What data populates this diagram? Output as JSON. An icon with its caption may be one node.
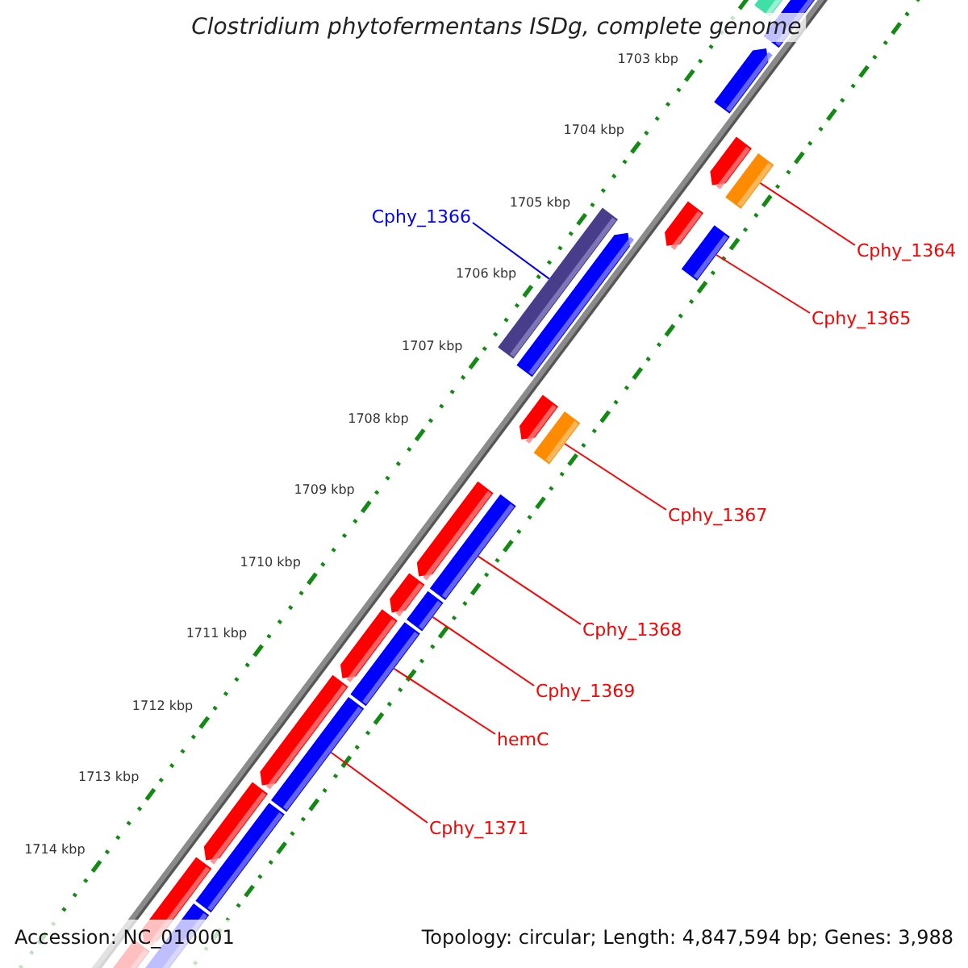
{
  "diagram": {
    "title": "Clostridium phytofermentans ISDg, complete genome",
    "nodes": [
      {
        "text": [
          "Cphy_1364"
        ]
      },
      {
        "text": [
          "Cphy_1365"
        ]
      },
      {
        "text": [
          "Cphy_1366"
        ]
      },
      {
        "text": [
          "Cphy_1367"
        ]
      },
      {
        "text": [
          "Cphy_1368"
        ]
      },
      {
        "text": [
          "Cphy_1369"
        ]
      },
      {
        "text": [
          "hemC"
        ]
      },
      {
        "text": [
          "Cphy_1371"
        ]
      },
      {
        "text": [],
        "shape": "bar"
      },
      {
        "text": [],
        "shape": "bar"
      },
      {
        "text": [],
        "shape": "bar"
      },
      {
        "text": [],
        "shape": "bar"
      },
      {
        "text": [],
        "shape": "bar"
      },
      {
        "text": [],
        "shape": "bar"
      },
      {
        "text": [],
        "shape": "bar"
      },
      {
        "text": [],
        "shape": "bar"
      }
    ],
    "edges": [
      {
        "from": 0,
        "to": 8,
        "arrow": "none"
      },
      {
        "from": 1,
        "to": 9,
        "arrow": "none"
      },
      {
        "from": 2,
        "to": 10,
        "arrow": "none",
        "color": "#0000ff"
      },
      {
        "from": 3,
        "to": 11,
        "arrow": "none"
      },
      {
        "from": 4,
        "to": 12,
        "arrow": "none"
      },
      {
        "from": 5,
        "to": 13,
        "arrow": "none"
      },
      {
        "from": 6,
        "to": 14,
        "arrow": "none"
      },
      {
        "from": 7,
        "to": 15,
        "arrow": "none"
      }
    ],
    "labels": [
      "1703 kbp",
      "1704 kbp",
      "1705 kbp",
      "1706 kbp",
      "1707 kbp",
      "1708 kbp",
      "1709 kbp",
      "1710 kbp",
      "1711 kbp",
      "1712 kbp",
      "1713 kbp",
      "1714 kbp",
      "Accession: NC_010001",
      "Topology: circular; Length: 4,847,594 bp; Genes: 3,988"
    ]
  }
}
